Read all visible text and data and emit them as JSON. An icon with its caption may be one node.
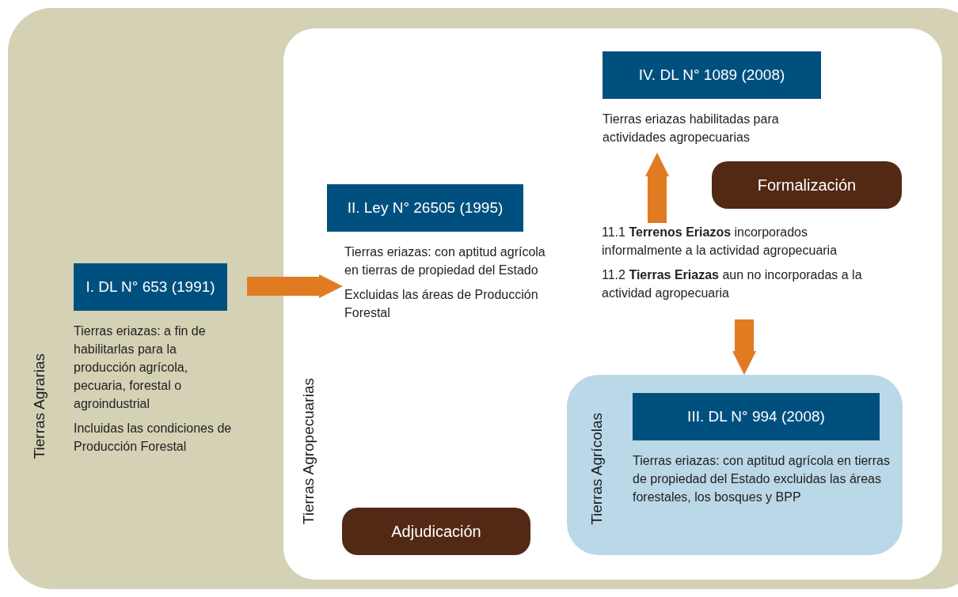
{
  "diagram": {
    "nodes": [
      {
        "text": [
          "Tierras Agrarias"
        ]
      },
      {
        "text": [
          "I. DL N° 653 (1991)"
        ],
        "beside": [
          "Tierras eriazas: a fin de habilitarlas para la producción agrícola, pecuaria, forestal o agroindustrial",
          "Incluidas las condiciones de Producción Forestal"
        ],
        "in": 0
      },
      {
        "text": [
          "Tierras Agropecuarias"
        ],
        "in": 0
      },
      {
        "text": [
          "II. Ley N° 26505 (1995)"
        ],
        "beside": [
          "Tierras eriazas: con aptitud agrícola en tierras de propiedad del Estado",
          "Excluidas las áreas de Producción Forestal"
        ],
        "in": 2
      },
      {
        "text": [
          "Adjudicación"
        ],
        "in": 2
      },
      {
        "text": [
          "IV. DL N° 1089 (2008)"
        ],
        "beside": [
          "Tierras eriazas habilitadas para actividades agropecuarias"
        ],
        "in": 2
      },
      {
        "text": [
          "Formalización"
        ],
        "in": 2
      },
      {
        "text": [
          "11.1 **Terrenos Eriazos** incorporados informalmente a la actividad agropecuaria",
          "11.2 **Tierras Eriazas** aun no incorporadas a la actividad agropecuaria"
        ],
        "in": 2
      },
      {
        "text": [
          "Tierras Agrícolas"
        ],
        "in": 2
      },
      {
        "text": [
          "III. DL N° 994 (2008)"
        ],
        "beside": [
          "Tierras eriazas: con aptitud agrícola en tierras de propiedad del Estado excluidas las áreas forestales, los bosques y BPP"
        ],
        "in": 8
      }
    ],
    "edges": [
      {
        "from": 1,
        "to": 3,
        "arrow": "to"
      },
      {
        "from": 7,
        "to": 5,
        "arrow": "to"
      },
      {
        "from": 7,
        "to": 8,
        "arrow": "to"
      }
    ]
  }
}
